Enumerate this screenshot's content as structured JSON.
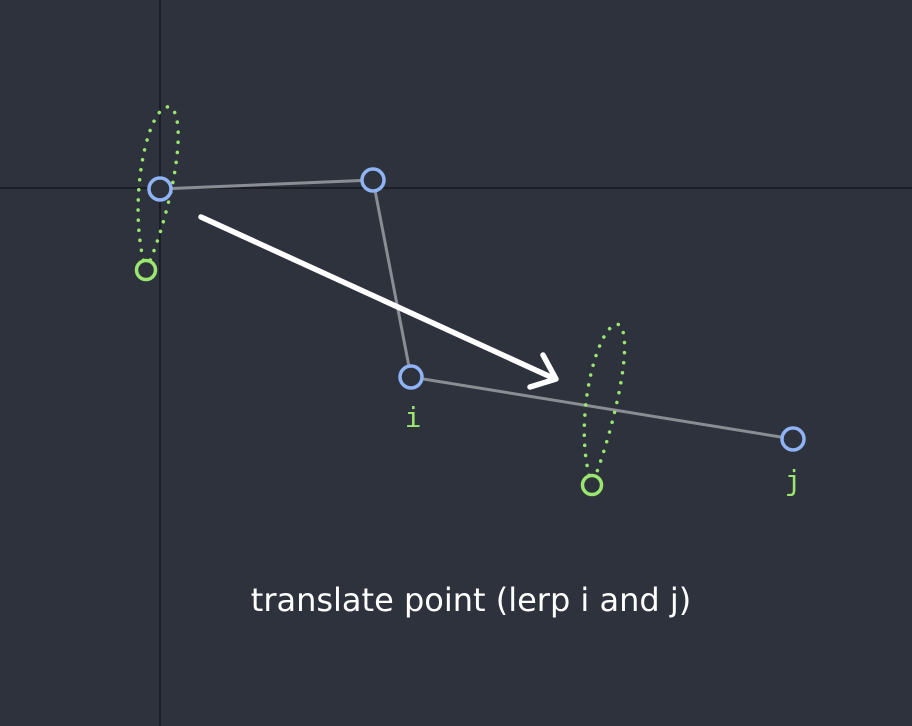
{
  "diagram": {
    "caption": "translate point (lerp i and j)",
    "labels": {
      "i": "i",
      "j": "j"
    },
    "colors": {
      "background": "#2e323d",
      "axis": "#1b1e25",
      "polyline": "#8a8d94",
      "vertex": "#8fb3f5",
      "handle": "#9be66e",
      "arrow": "#ffffff"
    }
  }
}
